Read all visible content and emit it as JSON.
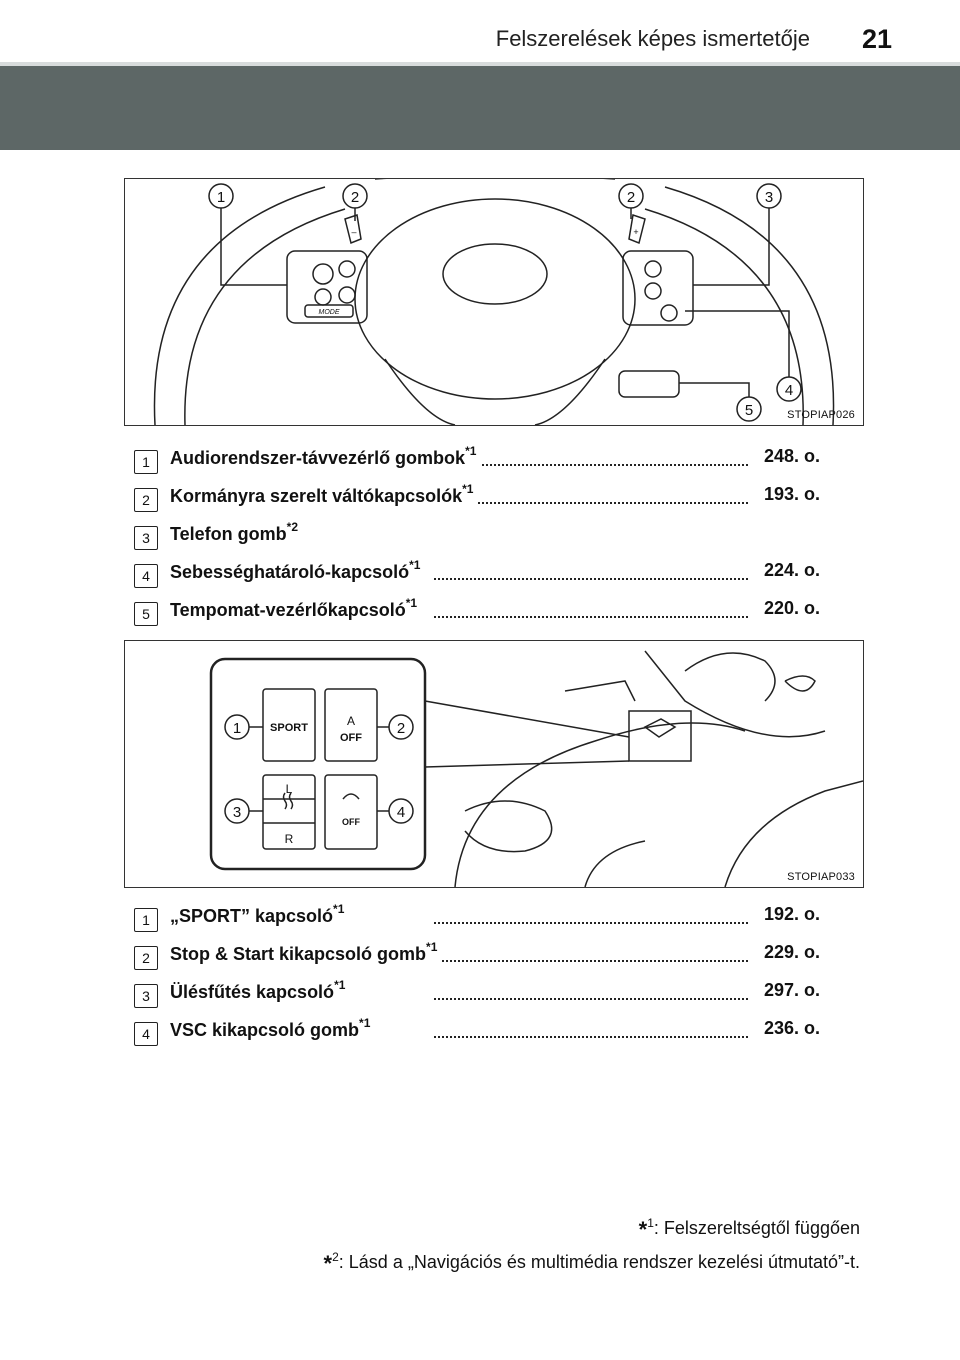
{
  "header": {
    "title": "Felszerelések képes ismertetője",
    "page_number": "21"
  },
  "figure1": {
    "code": "STOPIAP026",
    "callouts": [
      "1",
      "2",
      "2",
      "3",
      "4",
      "5"
    ],
    "mode_label": "MODE",
    "paddle_minus": "–",
    "paddle_plus": "+"
  },
  "list1": [
    {
      "num": "1",
      "label": "Audiorendszer-távvezérlő gombok",
      "sup": "*1",
      "page": "248. o."
    },
    {
      "num": "2",
      "label": "Kormányra szerelt váltókapcsolók",
      "sup": "*1",
      "page": "193. o."
    },
    {
      "num": "3",
      "label": "Telefon gomb",
      "sup": "*2",
      "page": ""
    },
    {
      "num": "4",
      "label": "Sebességhatároló-kapcsoló",
      "sup": "*1",
      "page": "224. o."
    },
    {
      "num": "5",
      "label": "Tempomat-vezérlőkapcsoló",
      "sup": "*1",
      "page": "220. o."
    }
  ],
  "figure2": {
    "code": "STOPIAP033",
    "callouts": [
      "1",
      "2",
      "3",
      "4"
    ],
    "sport_label": "SPORT",
    "stop_a": "A",
    "stop_off": "OFF",
    "seat_l": "L",
    "seat_r": "R",
    "vsc_off": "OFF"
  },
  "list2": [
    {
      "num": "1",
      "label": "„SPORT” kapcsoló",
      "sup": "*1",
      "page": "192. o."
    },
    {
      "num": "2",
      "label": "Stop & Start kikapcsoló gomb",
      "sup": "*1",
      "page": "229. o."
    },
    {
      "num": "3",
      "label": "Ülésfűtés kapcsoló",
      "sup": "*1",
      "page": "297. o."
    },
    {
      "num": "4",
      "label": "VSC kikapcsoló gomb",
      "sup": "*1",
      "page": "236. o."
    }
  ],
  "footnotes": {
    "f1_mark": "*",
    "f1_sup": "1",
    "f1_text": ": Felszereltségtől függően",
    "f2_mark": "*",
    "f2_sup": "2",
    "f2_text": ": Lásd a „Navigációs és multimédia rendszer kezelési útmutató”-t."
  }
}
